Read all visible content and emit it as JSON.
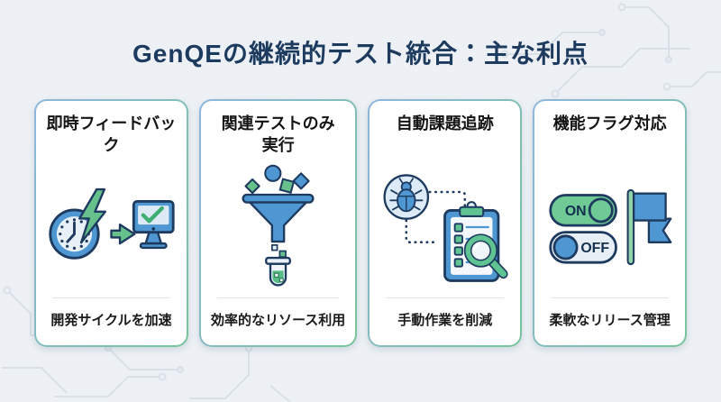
{
  "title": "GenQEの継続的テスト統合：主な利点",
  "cards": [
    {
      "title": "即時フィードバッ\nク",
      "icon": "clock-lightning-monitor-check-icon",
      "benefit": "開発サイクルを加速"
    },
    {
      "title": "関連テストのみ\n実行",
      "icon": "funnel-test-tube-icon",
      "benefit": "効率的なリソース利用"
    },
    {
      "title": "自動課題追跡",
      "icon": "bug-clipboard-magnifier-icon",
      "benefit": "手動作業を削減"
    },
    {
      "title": "機能フラグ対応",
      "icon": "toggle-switches-flag-icon",
      "benefit": "柔軟なリリース管理"
    }
  ],
  "toggles": {
    "on_label": "ON",
    "off_label": "OFF"
  },
  "colors": {
    "background": "#edf1f5",
    "title_text": "#1d3a5f",
    "card_background": "#ffffff",
    "card_border_blue": "#8db6dd",
    "card_border_green": "#77c49c",
    "icon_blue": "#4e97d3",
    "icon_light_blue": "#dcebf7",
    "icon_green": "#66c18c",
    "icon_outline_navy": "#1e3a5f",
    "check_green": "#3fae72",
    "body_text": "#1a1a1a",
    "circuit_lines": "#d9e0e8"
  }
}
